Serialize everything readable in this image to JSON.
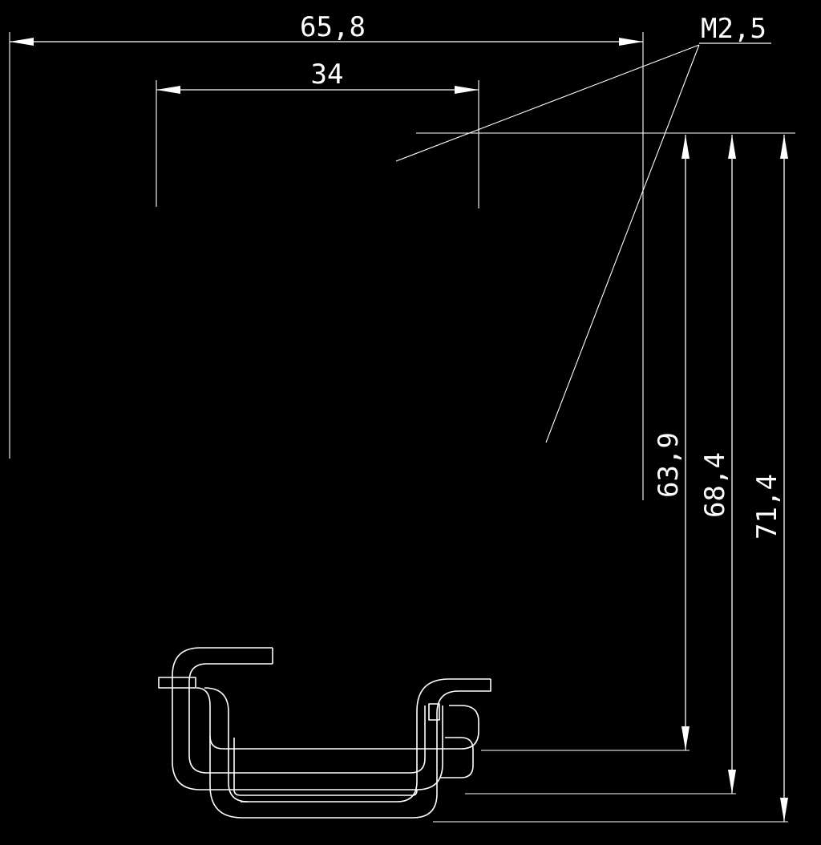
{
  "drawing": {
    "colors": {
      "background": "#000000",
      "lines": "#ffffff"
    },
    "dimensions": {
      "overall_width": "65,8",
      "slot_spacing": "34",
      "thread": "M2,5",
      "height_1": "63,9",
      "height_2": "68,4",
      "height_3": "71,4"
    }
  }
}
